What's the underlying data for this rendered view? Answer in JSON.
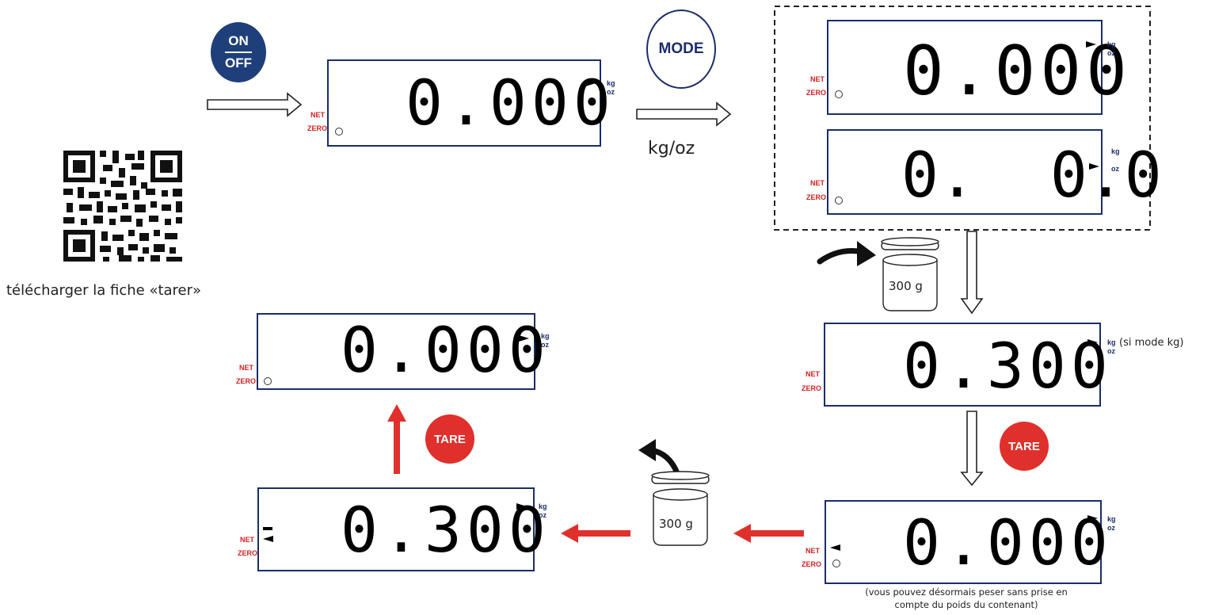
{
  "buttons": {
    "on": "ON",
    "off": "OFF",
    "mode": "MODE",
    "tare_1": "TARE",
    "tare_2": "TARE"
  },
  "labels": {
    "net": "NET",
    "zero": "ZERO",
    "kg": "kg",
    "oz": "oz"
  },
  "displays": {
    "d1": "0.000",
    "d2a": "0.000",
    "d2b": "0.  0.0",
    "d3": "0.300",
    "d4": "0.000",
    "d5": "0.300",
    "d6": "0.000"
  },
  "captions": {
    "kg_oz": "kg/oz",
    "qr": "télécharger la fiche «tarer»",
    "si_mode": "(si mode kg)",
    "note_line1": "(vous pouvez désormais peser sans prise en",
    "note_line2": "compte du poids du contenant)"
  },
  "weights": {
    "w1": "300 g",
    "w2": "300 g"
  },
  "colors": {
    "navy": "#1a2d6b",
    "red": "#e0302b",
    "display_border": "#1a2d6b"
  }
}
